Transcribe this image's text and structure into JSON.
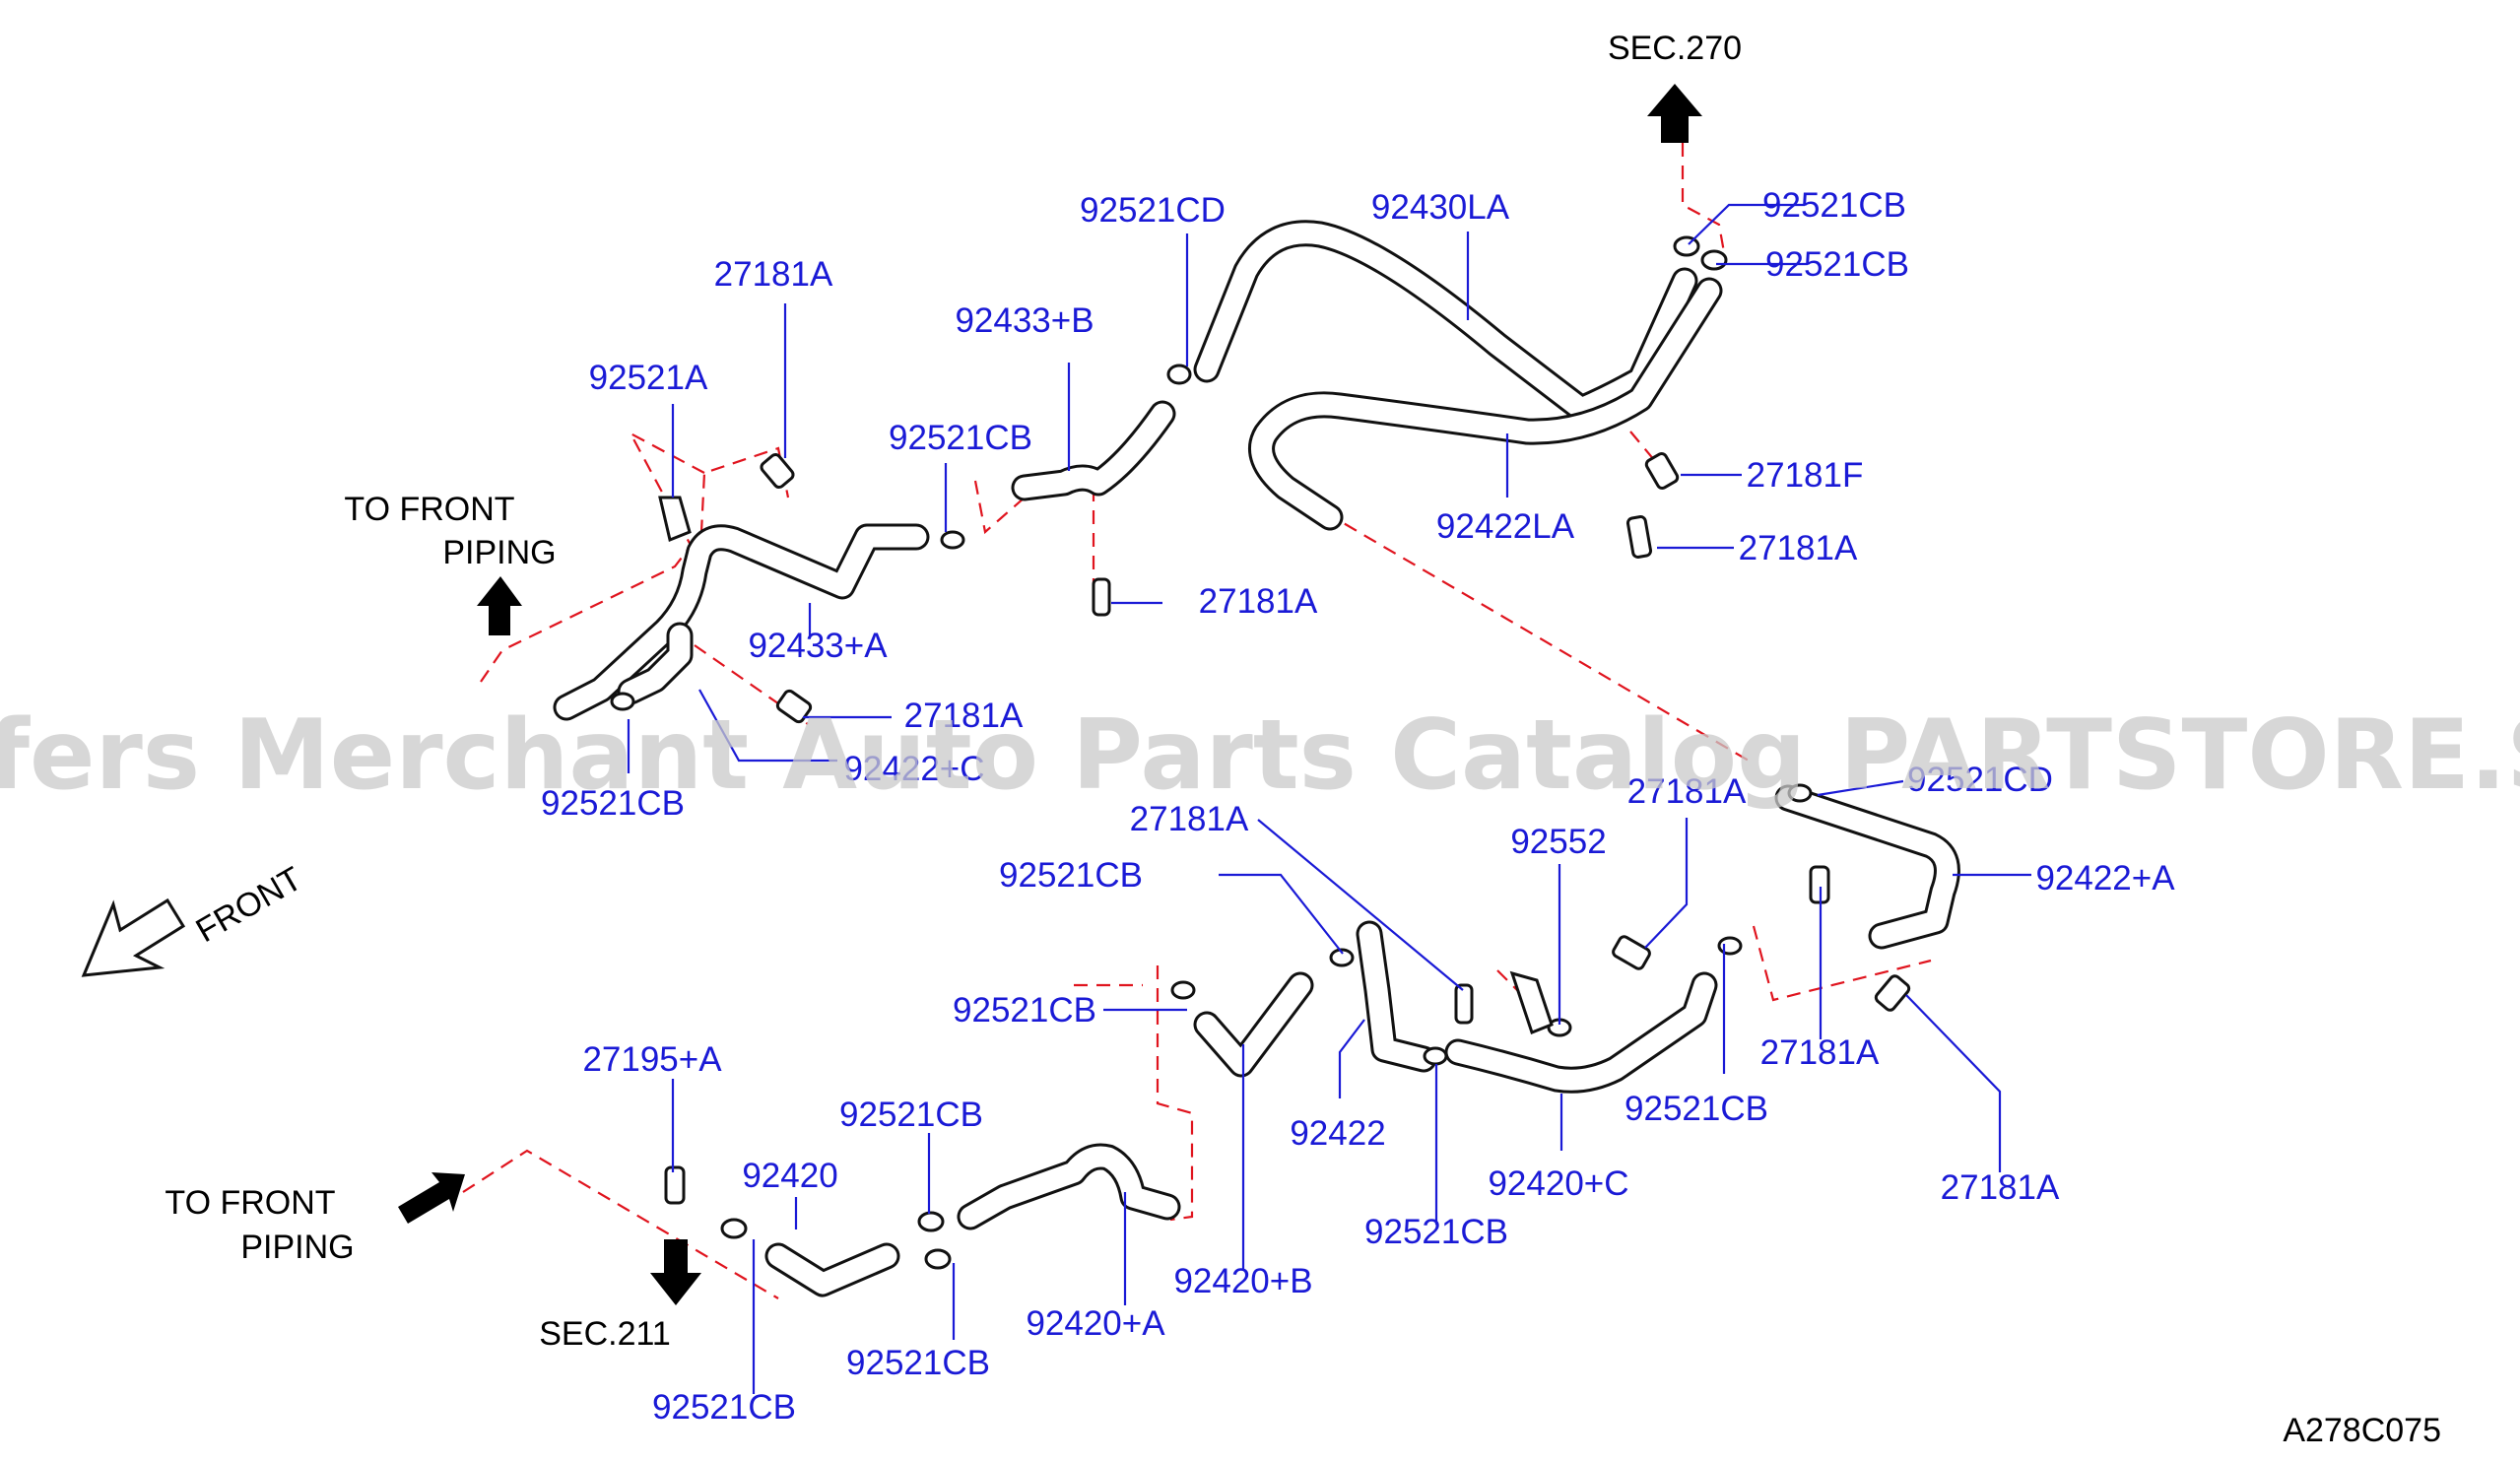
{
  "watermark": "Offers Merchant Auto Parts Catalog PARTSTORE.SA",
  "diagram_code": "A278C075",
  "notes": {
    "sec_270": "SEC.270",
    "sec_211": "SEC.211",
    "front": "FRONT",
    "to_front_piping_1": [
      "TO  FRONT",
      "PIPING"
    ],
    "to_front_piping_2": [
      "TO  FRONT",
      "PIPING"
    ]
  },
  "callouts": [
    "92521CB",
    "92521CB",
    "92430LA",
    "92521CD",
    "92433+B",
    "27181A",
    "92521A",
    "92521CB",
    "27181F",
    "27181A",
    "92422LA",
    "27181A",
    "92433+A",
    "27181A",
    "92422+C",
    "92521CB",
    "92521CD",
    "27181A",
    "27181A",
    "92552",
    "92521CB",
    "92422+A",
    "92521CB",
    "27181A",
    "92422",
    "92521CB",
    "92420+C",
    "27181A",
    "92521CB",
    "27195+A",
    "92521CB",
    "92420",
    "92420+B",
    "92420+A",
    "92521CB",
    "92521CB"
  ]
}
